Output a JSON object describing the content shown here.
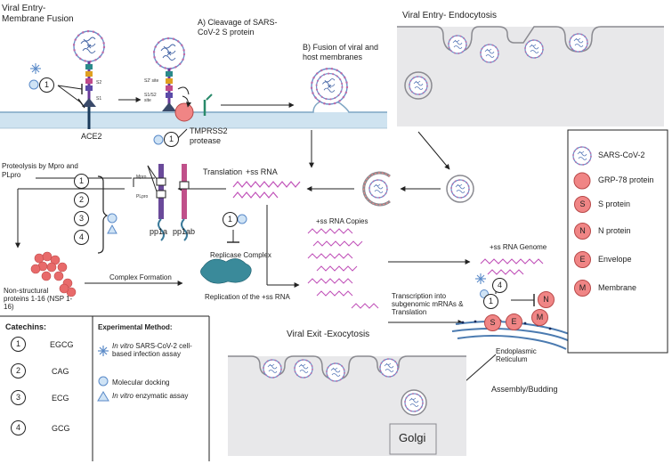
{
  "sections": {
    "membrane_fusion_title": "Viral Entry- Membrane Fusion",
    "endocytosis_title": "Viral Entry- Endocytosis",
    "exocytosis_title": "Viral Exit -Exocytosis"
  },
  "steps": {
    "a_cleavage": "A) Cleavage of SARS-CoV-2 S protein",
    "b_fusion": "B) Fusion of viral and host membranes",
    "proteolysis": "Proteolysis by Mpro and PLpro",
    "translation": "Translation",
    "ss_rna": "+ss RNA",
    "ss_rna_copies": "+ss RNA Copies",
    "ss_rna_genome": "+ss RNA Genome",
    "replicase_complex": "Replicase Complex",
    "replication": "Replication of the +ss RNA",
    "complex_formation": "Complex Formation",
    "nsp": "Non-structural proteins 1-16 (NSP 1-16)",
    "transcription": "Transcription into subgenomic mRNAs & Translation",
    "er": "Endoplasmic Reticulum",
    "assembly": "Assembly/Budding",
    "golgi": "Golgi"
  },
  "labels": {
    "ace2": "ACE2",
    "tmprss2": "TMPRSS2 protease",
    "s2": "S2",
    "s1": "S1",
    "s2_site": "S2' site",
    "s1s2_site": "S1/S2 site",
    "mpro": "Mpro",
    "plpro": "PLpro",
    "pp1a": "pp1a",
    "pp1ab": "pp1ab"
  },
  "numbers": {
    "one": "1",
    "two": "2",
    "three": "3",
    "four": "4"
  },
  "legend": {
    "items": [
      {
        "label": "SARS-CoV-2",
        "symbol": ""
      },
      {
        "label": "GRP-78 protein",
        "symbol": ""
      },
      {
        "label": "S protein",
        "symbol": "S"
      },
      {
        "label": "N protein",
        "symbol": "N"
      },
      {
        "label": "Envelope",
        "symbol": "E"
      },
      {
        "label": "Membrane",
        "symbol": "M"
      }
    ]
  },
  "catechins": {
    "title": "Catechins:",
    "items": [
      {
        "num": "1",
        "name": "EGCG"
      },
      {
        "num": "2",
        "name": "CAG"
      },
      {
        "num": "3",
        "name": "ECG"
      },
      {
        "num": "4",
        "name": "GCG"
      }
    ]
  },
  "methods": {
    "title": "Experimental Method:",
    "items": [
      {
        "italic": "In vitro",
        "rest": " SARS-CoV-2 cell-based infection assay"
      },
      {
        "italic": "",
        "rest": "Molecular docking"
      },
      {
        "italic": "In vitro",
        "rest": " enzymatic assay"
      }
    ]
  },
  "colors": {
    "membrane": "#cfe3f0",
    "cell_gray": "#e8e8ea",
    "rna": "#c050b8",
    "nsp": "#e86a6a",
    "legend_red": "#f08585",
    "virus_blue": "#6a8ec8"
  }
}
